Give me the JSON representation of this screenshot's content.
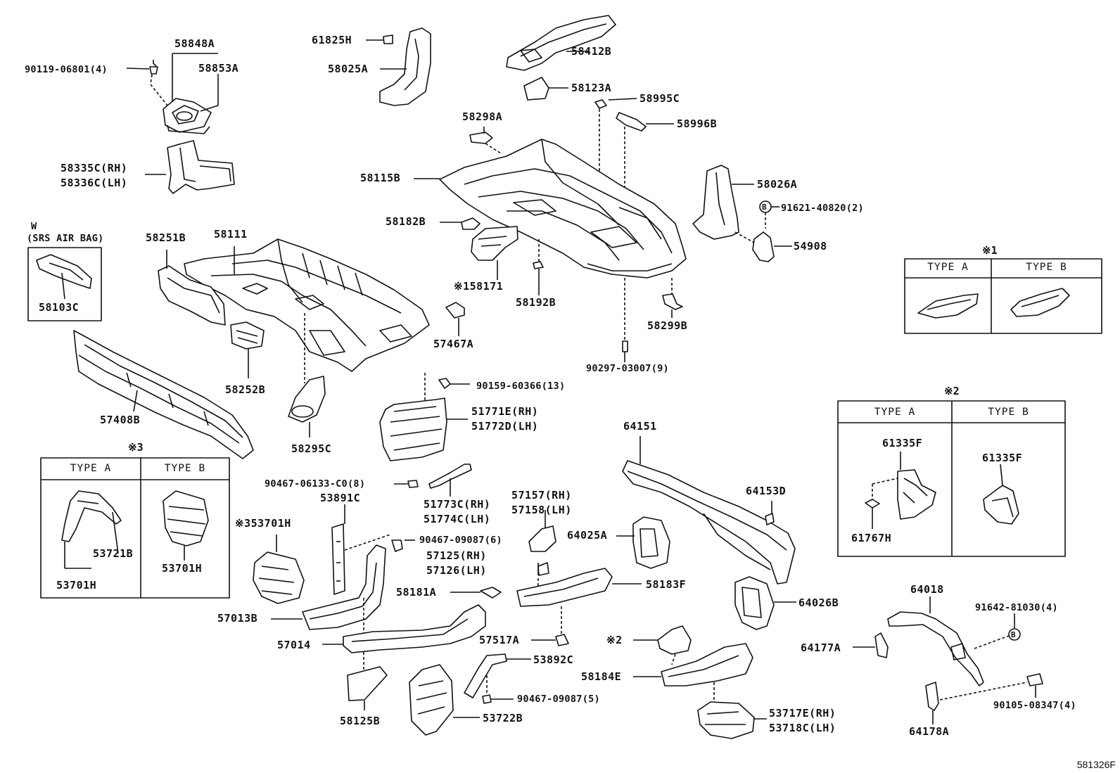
{
  "diagram": {
    "code": "581326F",
    "note_marks": {
      "m1": "※1",
      "m2": "※2",
      "m3": "※3"
    },
    "labels": {
      "p58848A": "58848A",
      "p58853A": "58853A",
      "p90119": "90119-06801(4)",
      "p58335C": "58335C(RH)",
      "p58336C": "58336C(LH)",
      "srs_w": "W",
      "srs": "(SRS AIR BAG)",
      "p58103C": "58103C",
      "p58251B": "58251B",
      "p58111": "58111",
      "p58252B": "58252B",
      "p57408B": "57408B",
      "p61825H": "61825H",
      "p58025A": "58025A",
      "p58412B": "58412B",
      "p58123A": "58123A",
      "p58995C": "58995C",
      "p58996B": "58996B",
      "p58298A": "58298A",
      "p58115B": "58115B",
      "p58182B": "58182B",
      "p158171": "※158171",
      "p58192B": "58192B",
      "p57467A": "57467A",
      "p58299B": "58299B",
      "p90297": "90297-03007(9)",
      "p58026A": "58026A",
      "p91621": "91621-40820(2)",
      "p54908": "54908",
      "p90159": "90159-60366(13)",
      "p51771E": "51771E(RH)",
      "p51772D": "51772D(LH)",
      "p58295C": "58295C",
      "p90467a": "90467-06133-C0(8)",
      "p51773C": "51773C(RH)",
      "p51774C": "51774C(LH)",
      "p57157": "57157(RH)",
      "p57158": "57158(LH)",
      "p53891C": "53891C",
      "p353701H": "※353701H",
      "p90467b": "90467-09087(6)",
      "p57125": "57125(RH)",
      "p57126": "57126(LH)",
      "p64025A": "64025A",
      "p58181A": "58181A",
      "p58183F": "58183F",
      "p57013B": "57013B",
      "p57014": "57014",
      "p57517A": "57517A",
      "p53892C": "53892C",
      "p90467c": "90467-09087(5)",
      "p58125B": "58125B",
      "p53722B": "53722B",
      "p64151": "64151",
      "p64153D": "64153D",
      "p64026B": "64026B",
      "p2mark": "※2",
      "p58184E": "58184E",
      "p53717E": "53717E(RH)",
      "p53718C": "53718C(LH)",
      "p64018": "64018",
      "p91642": "91642-81030(4)",
      "p64177A": "64177A",
      "p64178A": "64178A",
      "p90105": "90105-08347(4)"
    },
    "table1": {
      "type_a": "TYPE A",
      "type_b": "TYPE B"
    },
    "table2": {
      "type_a": "TYPE A",
      "type_b": "TYPE B",
      "a_part": "61335F",
      "a_part2": "61767H",
      "b_part": "61335F"
    },
    "table3": {
      "type_a": "TYPE A",
      "type_b": "TYPE B",
      "a_part": "53721B",
      "a_part2": "53701H",
      "b_part": "53701H"
    },
    "circle_marker": "B"
  }
}
